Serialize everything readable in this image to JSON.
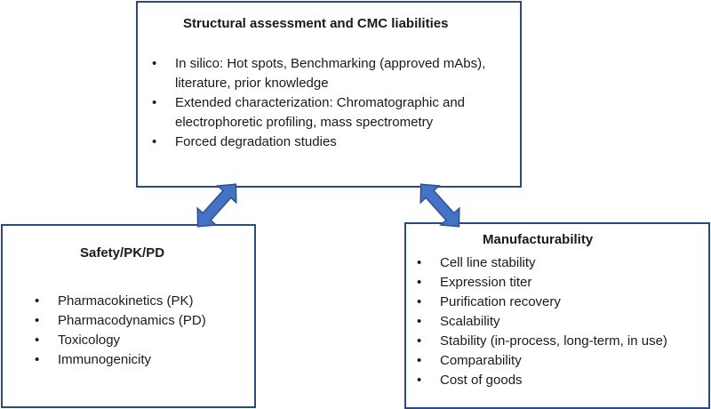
{
  "boxes": {
    "structural": {
      "title": "Structural assessment and CMC liabilities",
      "items": [
        "In silico: Hot spots, Benchmarking (approved mAbs), literature, prior knowledge",
        "Extended characterization: Chromatographic and electrophoretic profiling, mass spectrometry",
        "Forced degradation studies"
      ]
    },
    "safety": {
      "title": "Safety/PK/PD",
      "items": [
        "Pharmacokinetics (PK)",
        "Pharmacodynamics (PD)",
        "Toxicology",
        "Immunogenicity"
      ]
    },
    "manufacturability": {
      "title": "Manufacturability",
      "items": [
        "Cell line stability",
        "Expression titer",
        "Purification recovery",
        "Scalability",
        "Stability (in-process, long-term, in use)",
        "Comparability",
        "Cost of goods"
      ]
    }
  },
  "colors": {
    "box_border": "#2b4a7e",
    "arrow_fill": "#4472c4",
    "arrow_stroke": "#2f528f"
  }
}
